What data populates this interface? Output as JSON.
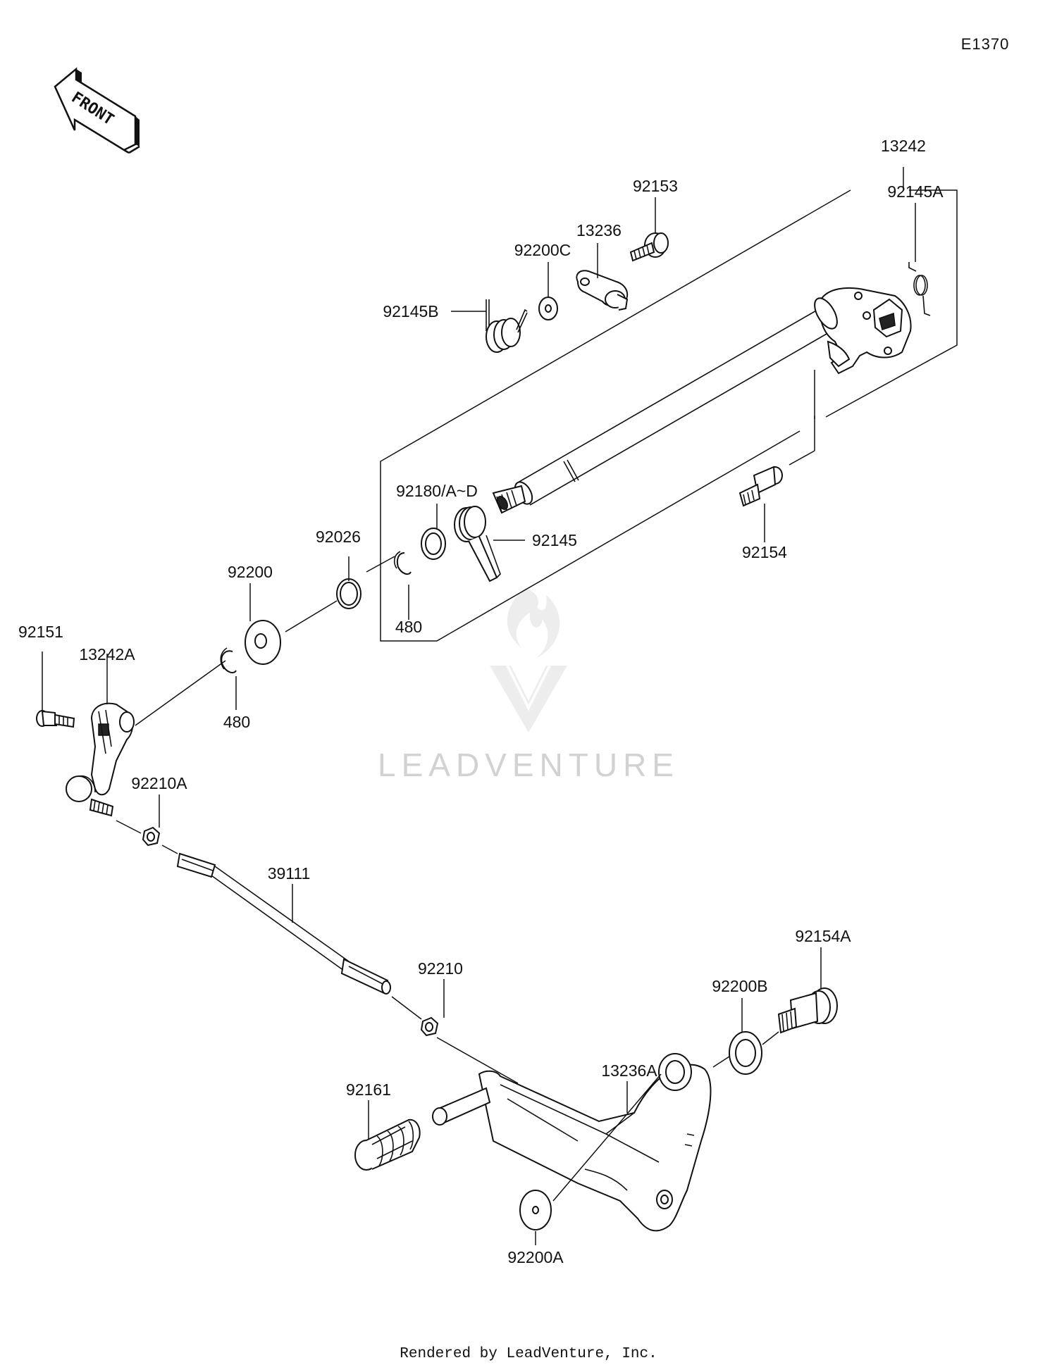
{
  "diagram_code": "E1370",
  "front_arrow_text": "FRONT",
  "watermark_text": "LEADVENTURE",
  "footer_text": "Rendered by LeadVenture, Inc.",
  "labels": {
    "p13242": "13242",
    "p92153": "92153",
    "p92145A": "92145A",
    "p13236": "13236",
    "p92200C": "92200C",
    "p92145B": "92145B",
    "p92180": "92180/A~D",
    "p92145": "92145",
    "p92154": "92154",
    "p92026": "92026",
    "p480a": "480",
    "p92200": "92200",
    "p480b": "480",
    "p92151": "92151",
    "p13242A": "13242A",
    "p92210A": "92210A",
    "p39111": "39111",
    "p92210": "92210",
    "p92154A": "92154A",
    "p92200B": "92200B",
    "p13236A": "13236A",
    "p92161": "92161",
    "p92200A": "92200A"
  }
}
